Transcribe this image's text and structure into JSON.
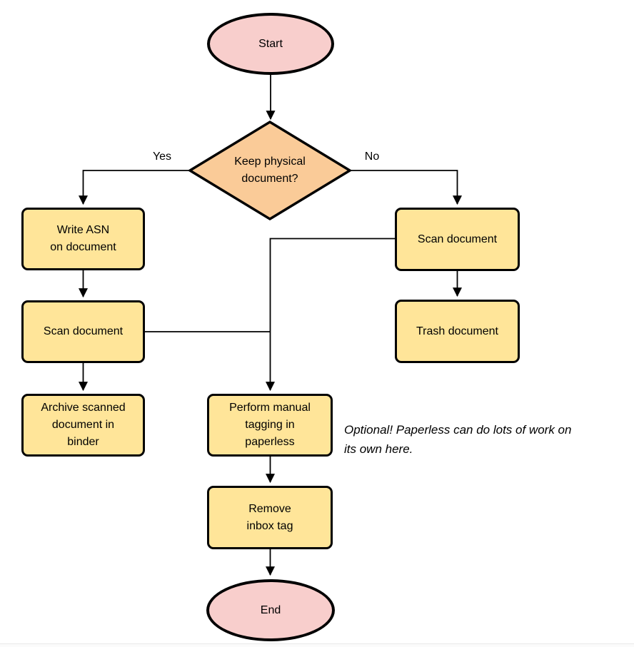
{
  "diagram": {
    "type": "flowchart",
    "colors": {
      "terminator_fill": "#F8CECC",
      "process_fill": "#FFE599",
      "decision_fill": "#FACB98",
      "stroke": "#000000"
    },
    "nodes": {
      "start": {
        "label": "Start",
        "shape": "terminator"
      },
      "decision": {
        "label": "Keep physical\ndocument?",
        "shape": "decision"
      },
      "write_asn": {
        "label": "Write ASN\non document",
        "shape": "process"
      },
      "scan_left": {
        "label": "Scan document",
        "shape": "process"
      },
      "archive": {
        "label": "Archive scanned\ndocument in\nbinder",
        "shape": "process"
      },
      "scan_right": {
        "label": "Scan document",
        "shape": "process"
      },
      "trash": {
        "label": "Trash document",
        "shape": "process"
      },
      "perform_tagging": {
        "label": "Perform manual\ntagging in\npaperless",
        "shape": "process"
      },
      "remove_inbox": {
        "label": "Remove\ninbox tag",
        "shape": "process"
      },
      "end": {
        "label": "End",
        "shape": "terminator"
      }
    },
    "edge_labels": {
      "yes": "Yes",
      "no": "No"
    },
    "annotation": "Optional! Paperless can do lots of work on\nits own here.",
    "edges": [
      "start -> decision",
      "decision -(Yes)-> write_asn",
      "decision -(No)-> scan_right",
      "write_asn -> scan_left",
      "scan_left -> archive",
      "scan_right -> trash",
      "scan_right -> perform_tagging",
      "scan_left -> perform_tagging",
      "perform_tagging -> remove_inbox",
      "remove_inbox -> end"
    ]
  }
}
